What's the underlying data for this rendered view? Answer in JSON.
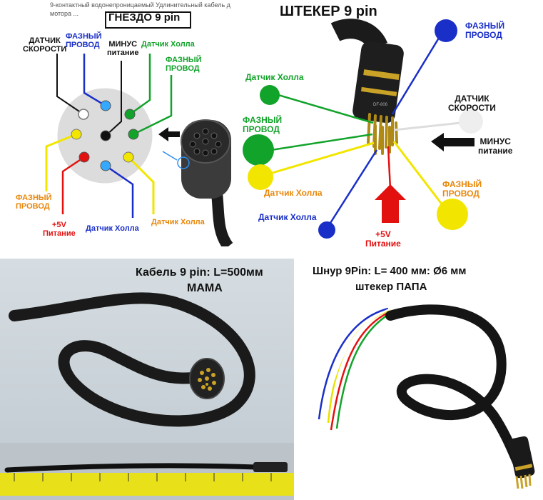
{
  "top_left": {
    "caption": "9-контактный водонепроницаемый Удлинительный кабель д\nмотора ...",
    "title": "ГНЕЗДО  9 pin",
    "labels": {
      "speed_sensor": "ДАТЧИК\nСКОРОСТИ",
      "phase_wire_blue": "ФАЗНЫЙ\nПРОВОД",
      "minus": "МИНУС\nпитание",
      "hall_green": "Датчик Холла",
      "phase_wire_green": "ФАЗНЫЙ\nПРОВОД",
      "phase_wire_yellow": "ФАЗНЫЙ\nПРОВОД",
      "plus5v": "+5V\nПитание",
      "hall_blue": "Датчик Холла",
      "hall_yellow": "Датчик Холла"
    }
  },
  "top_right": {
    "title": "ШТЕКЕР  9 pin",
    "connector_text": "DF-806",
    "labels": {
      "phase_wire_blue": "ФАЗНЫЙ\nПРОВОД",
      "hall_green_top": "Датчик Холла",
      "speed_sensor": "ДАТЧИК\nСКОРОСТИ",
      "phase_wire_green": "ФАЗНЫЙ\nПРОВОД",
      "minus": "МИНУС\nпитание",
      "hall_yellow": "Датчик Холла",
      "phase_wire_yellow": "ФАЗНЫЙ\nПРОВОД",
      "hall_blue": "Датчик Холла",
      "plus5v": "+5V\nПитание"
    }
  },
  "bottom_left": {
    "title_line1": "Кабель 9 pin: L=500мм",
    "title_line2": "МАМА"
  },
  "bottom_right": {
    "title_line1": "Шнур 9Pin: L= 400 мм: Ø6 мм",
    "title_line2": "штекер ПАПА"
  },
  "colors": {
    "blue": "#1a2fc8",
    "green": "#12a32a",
    "yellow": "#f2e600",
    "red": "#e31010",
    "orange": "#e8870a",
    "white": "#ffffff",
    "black": "#111111"
  }
}
